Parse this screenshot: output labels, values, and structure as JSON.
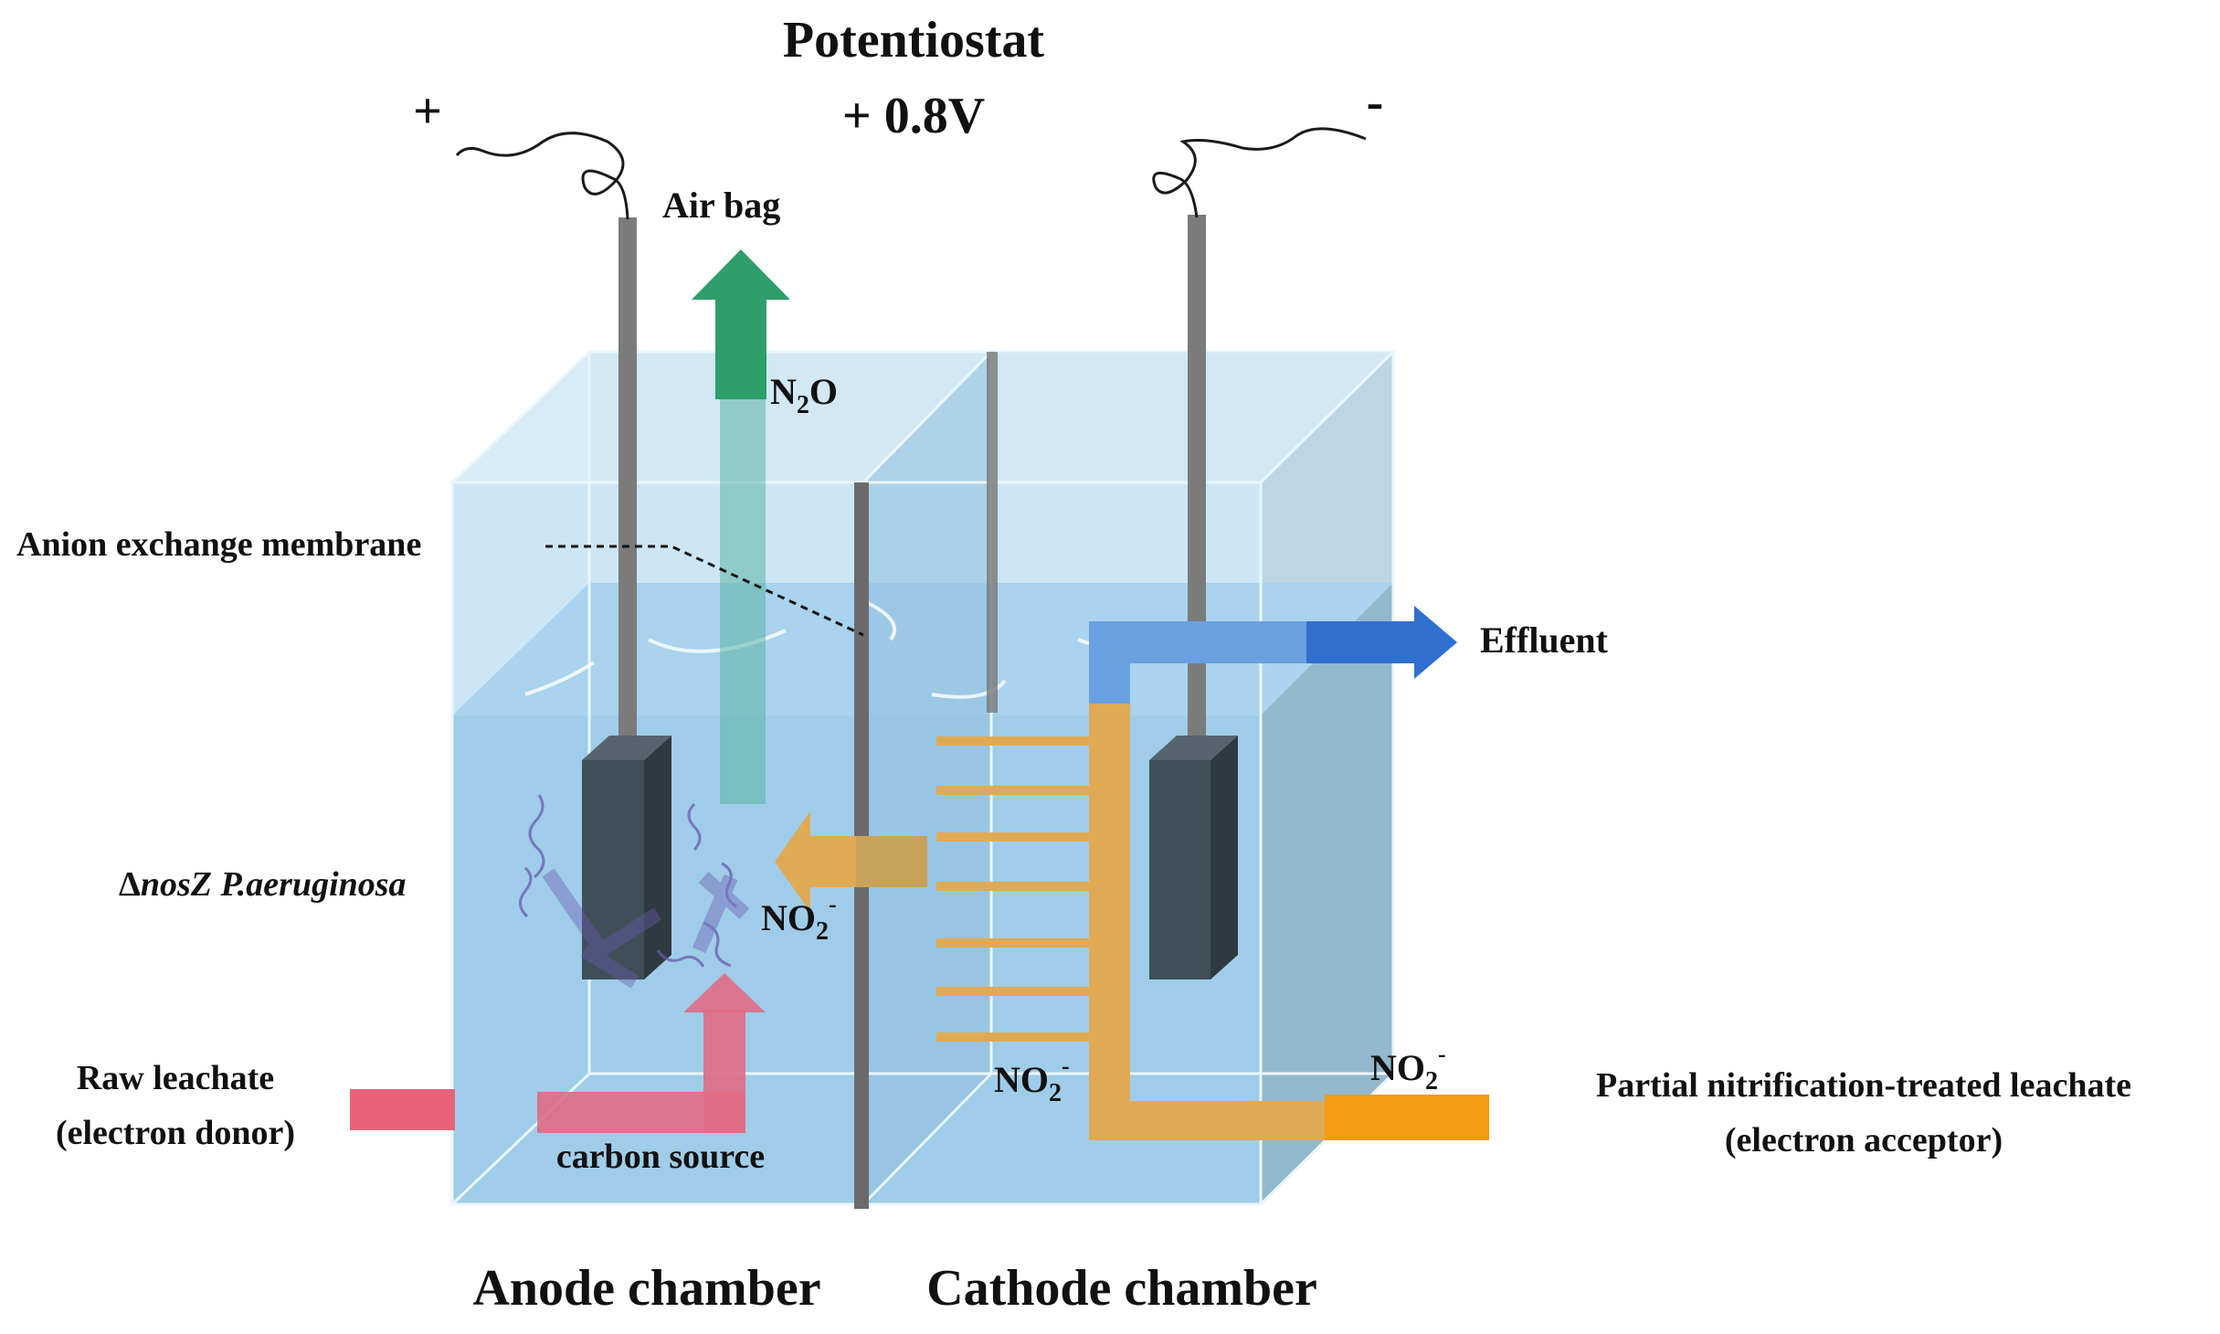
{
  "title": "Potentiostat",
  "voltage": "+ 0.8V",
  "terminals": {
    "positive": "+",
    "negative": "-"
  },
  "labels": {
    "air_bag": "Air bag",
    "n2o_main": "N",
    "n2o_sub": "2",
    "n2o_tail": "O",
    "membrane": "Anion exchange membrane",
    "effluent": "Effluent",
    "bacteria_prefix": "Δ",
    "bacteria_gene": "nosZ",
    "bacteria_species": "P.aeruginosa",
    "no2_main": "NO",
    "no2_sub": "2",
    "no2_sup": "-",
    "raw_leachate_line1": "Raw  leachate",
    "raw_leachate_line2": "(electron donor)",
    "carbon_source": "carbon source",
    "partial_line1": "Partial nitrification-treated leachate",
    "partial_line2": "(electron acceptor)",
    "anode_chamber": "Anode chamber",
    "cathode_chamber": "Cathode chamber"
  },
  "colors": {
    "n2o_arrow": "#2e9e6b",
    "effluent_arrow": "#2f6fd0",
    "nitrite_arrow": "#e0aa55",
    "raw_leachate_arrow": "#e8637a",
    "partial_feed": "#f59a12",
    "electrode": "#3e4f58",
    "membrane": "#6b6b6b",
    "water": "#7fbde0",
    "tank_glass": "#cfe8f6",
    "bacteria": "#6a5ab0"
  }
}
